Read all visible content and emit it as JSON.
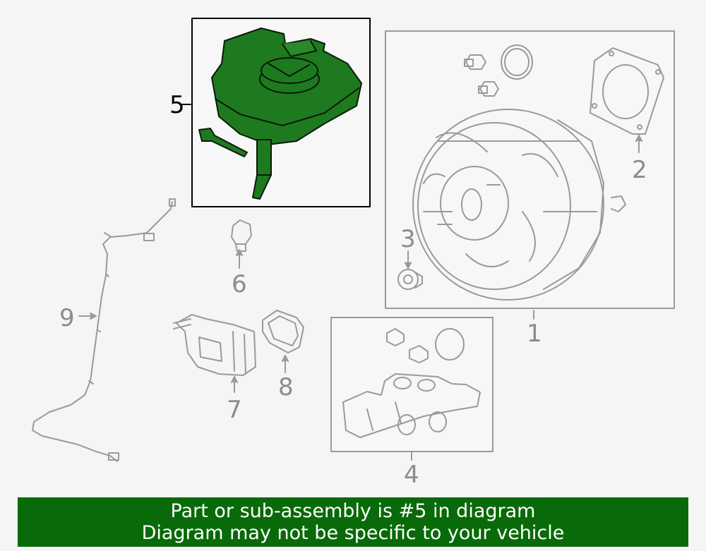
{
  "callouts": {
    "n1": "1",
    "n2": "2",
    "n3": "3",
    "n4": "4",
    "n5": "5",
    "n6": "6",
    "n7": "7",
    "n8": "8",
    "n9": "9"
  },
  "highlight": {
    "part_number": "5",
    "color": "#1e7a1e",
    "outline": "#0a1a0a"
  },
  "banner": {
    "line1": "Part or sub-assembly is #5 in diagram",
    "line2": "Diagram may not be specific to your vehicle",
    "color": "#086a08"
  }
}
